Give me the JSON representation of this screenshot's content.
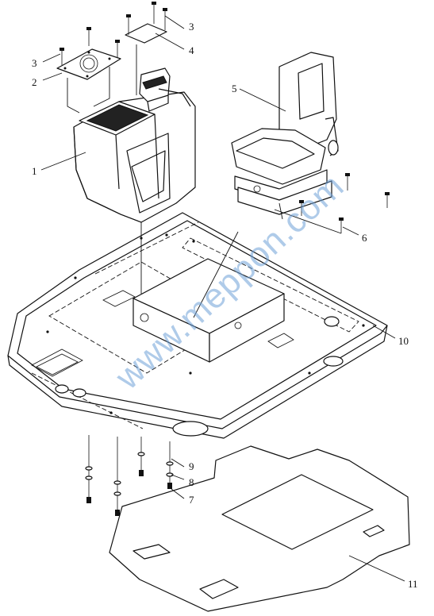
{
  "watermark": "www.meppon.com",
  "callouts": [
    {
      "id": "c1",
      "label": "1"
    },
    {
      "id": "c2",
      "label": "2"
    },
    {
      "id": "c3a",
      "label": "3"
    },
    {
      "id": "c3b",
      "label": "3"
    },
    {
      "id": "c4",
      "label": "4"
    },
    {
      "id": "c5",
      "label": "5"
    },
    {
      "id": "c6",
      "label": "6"
    },
    {
      "id": "c7",
      "label": "7"
    },
    {
      "id": "c8",
      "label": "8"
    },
    {
      "id": "c9",
      "label": "9"
    },
    {
      "id": "c10",
      "label": "10"
    },
    {
      "id": "c11",
      "label": "11"
    }
  ]
}
